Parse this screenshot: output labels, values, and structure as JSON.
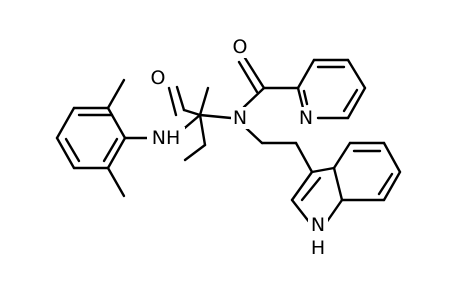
{
  "molecule": {
    "atom_labels": {
      "amide_carbonyl_o": "O",
      "amide_nh": "NH",
      "tertiary_n": "N",
      "picolinoyl_o": "O",
      "pyridine_n": "N",
      "indole_nh": "N",
      "indole_h": "H"
    },
    "colors": {
      "bond": "#000000",
      "label": "#000000",
      "background": "#ffffff"
    }
  }
}
